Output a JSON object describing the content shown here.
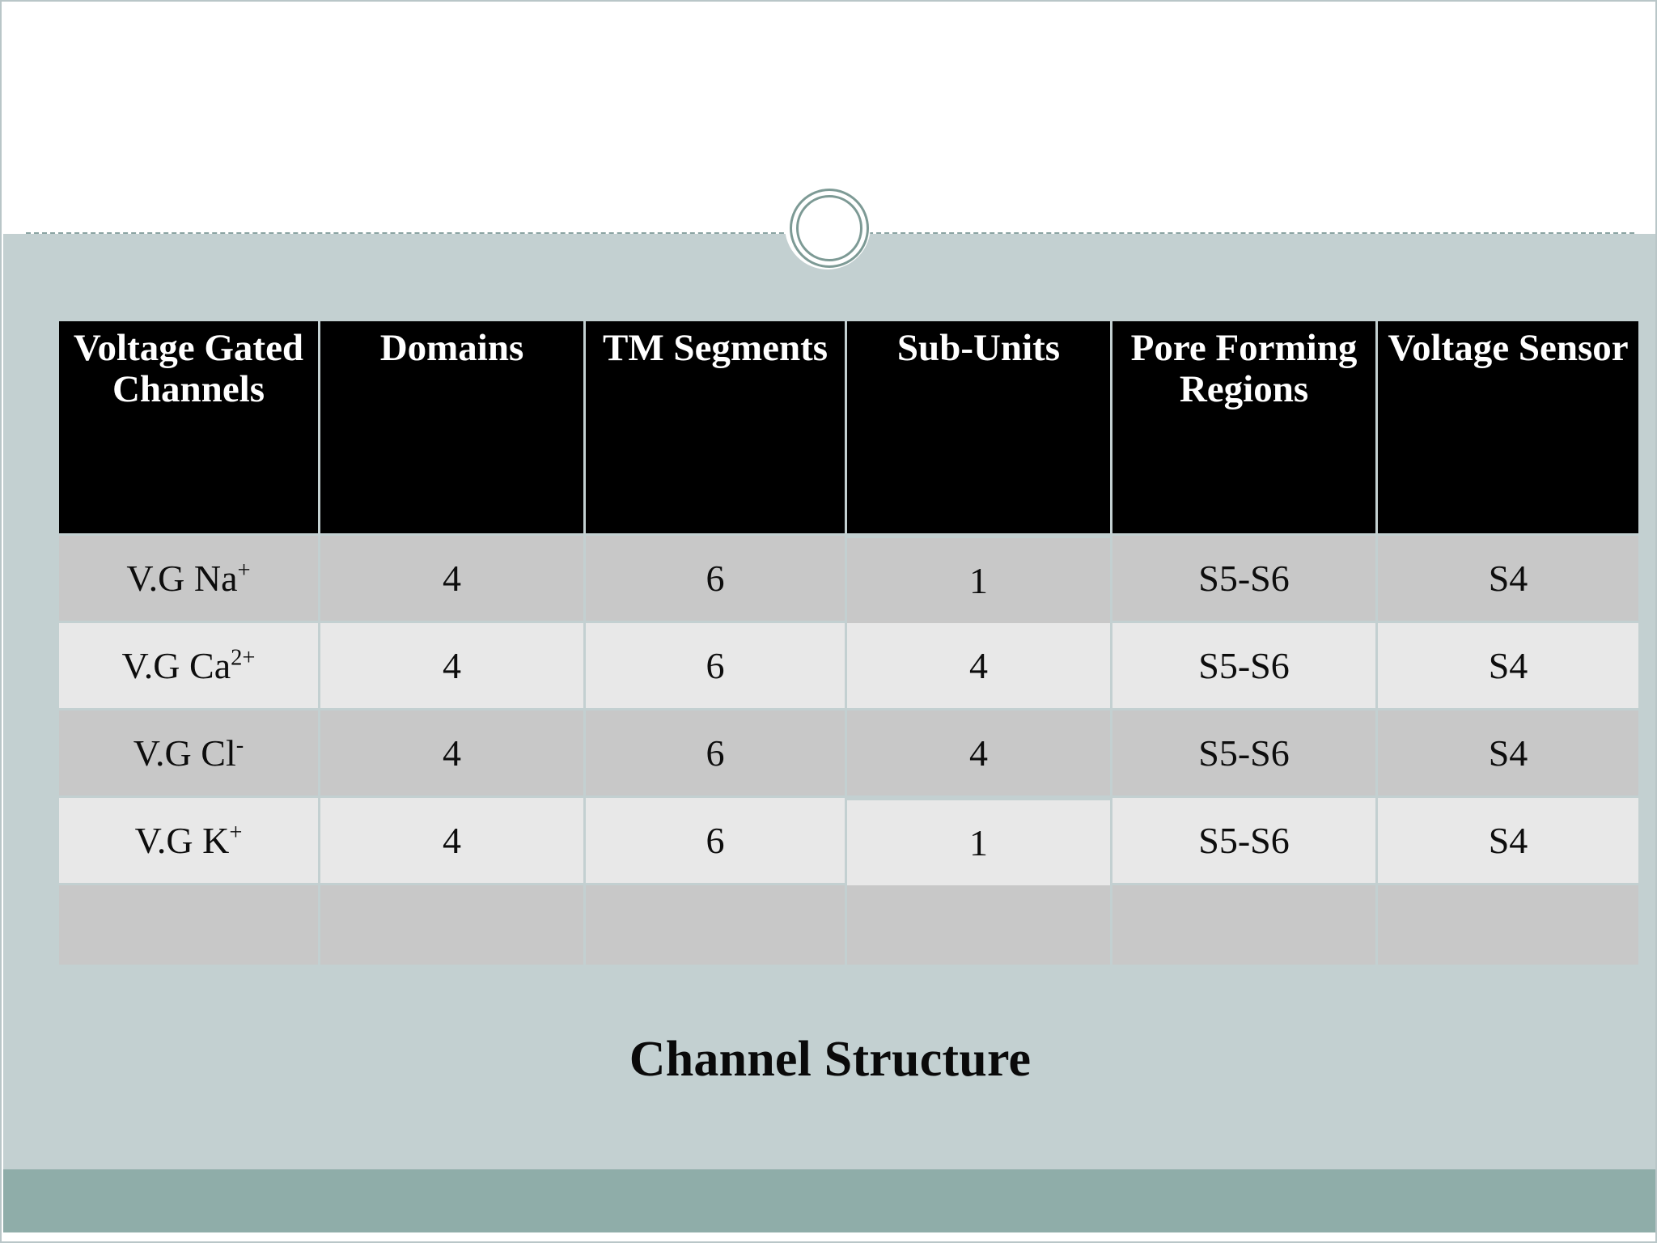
{
  "slide": {
    "title": "Channel Structure",
    "theme": {
      "body_background": "#c3d0d1",
      "footer_band": "#8fada9",
      "header_background": "#000000",
      "header_text": "#ffffff",
      "row_dark": "#c8c8c8",
      "row_light": "#e8e8e8",
      "divider": "#8aa3a2",
      "ring": "#7d9a95"
    },
    "ornament": {
      "name": "double-ring-circle"
    }
  },
  "table": {
    "headers": [
      "Voltage Gated Channels",
      "Domains",
      "TM Segments",
      "Sub-Units",
      "Pore Forming Regions",
      "Voltage Sensor"
    ],
    "rows": [
      {
        "channel": "V.G  Na",
        "channel_charge": "+",
        "domains": "4",
        "tm_segments": "6",
        "sub_units": "1",
        "pore_forming_regions": "S5-S6",
        "voltage_sensor": "S4"
      },
      {
        "channel": "V.G  Ca",
        "channel_charge": "2+",
        "domains": "4",
        "tm_segments": "6",
        "sub_units": "4",
        "pore_forming_regions": "S5-S6",
        "voltage_sensor": "S4"
      },
      {
        "channel": "V.G  Cl",
        "channel_charge": "-",
        "domains": "4",
        "tm_segments": "6",
        "sub_units": "4",
        "pore_forming_regions": "S5-S6",
        "voltage_sensor": "S4"
      },
      {
        "channel": "V.G  K",
        "channel_charge": "+",
        "domains": "4",
        "tm_segments": "6",
        "sub_units": "1",
        "pore_forming_regions": "S5-S6",
        "voltage_sensor": "S4"
      },
      {
        "channel": "",
        "channel_charge": "",
        "domains": "",
        "tm_segments": "",
        "sub_units": "",
        "pore_forming_regions": "",
        "voltage_sensor": ""
      }
    ]
  }
}
